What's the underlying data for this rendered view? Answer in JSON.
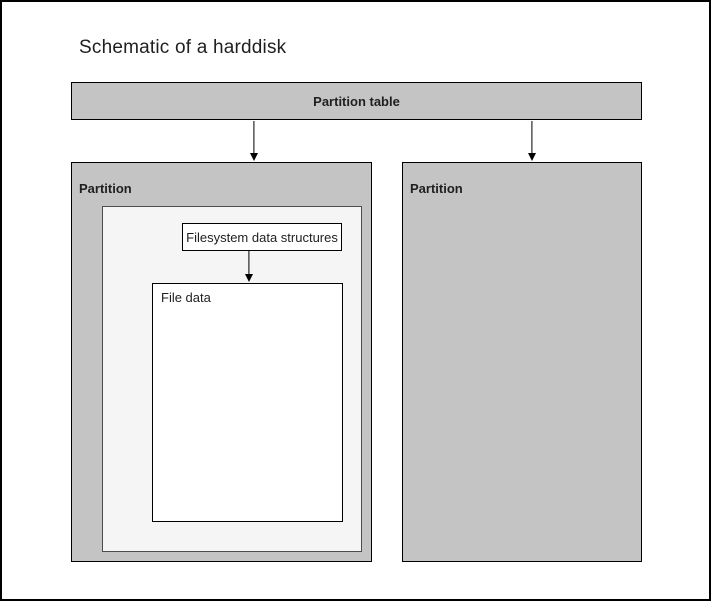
{
  "diagram": {
    "title": "Schematic of a harddisk",
    "partition_table": {
      "label": "Partition table"
    },
    "partitions": [
      {
        "label": "Partition"
      },
      {
        "label": "Partition"
      }
    ],
    "filesystem_box": {
      "label": "Filesystem data structures"
    },
    "file_data_box": {
      "label": "File data"
    },
    "colors": {
      "box_fill": "#c4c4c4",
      "inner_fill": "#f5f5f5",
      "inner_border": "#4d4d4d",
      "border": "#000000",
      "text": "#1f1f1f"
    }
  }
}
